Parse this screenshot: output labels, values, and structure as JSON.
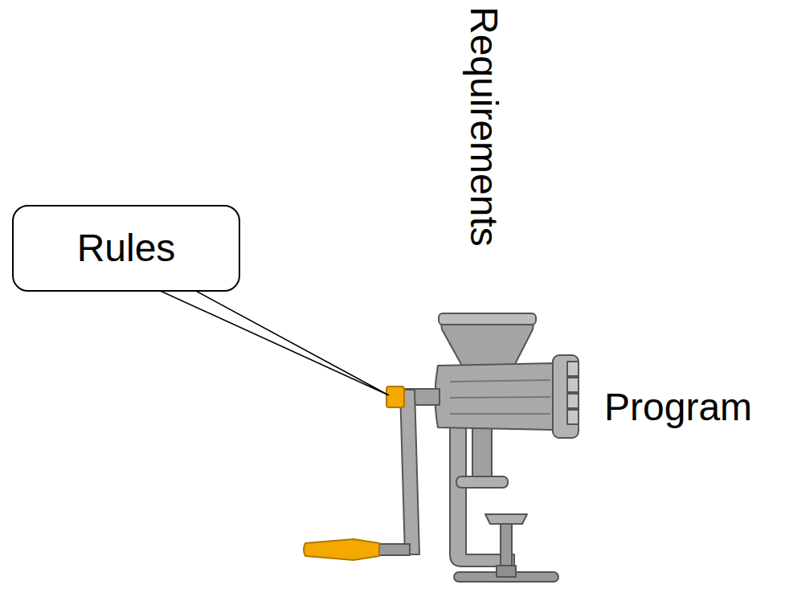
{
  "diagram": {
    "nodes": [
      {
        "text": [
          "Rules"
        ]
      }
    ],
    "labels": [
      "Requirements",
      "Program"
    ]
  }
}
